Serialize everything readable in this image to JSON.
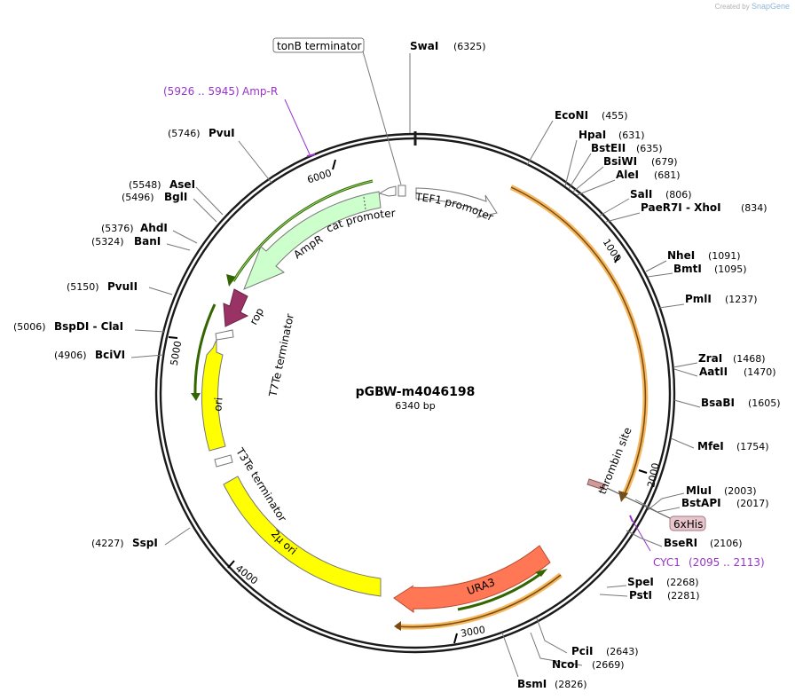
{
  "credit": {
    "prefix": "Created by",
    "brand": "SnapGene"
  },
  "plasmid": {
    "name": "pGBW-m4046198",
    "length": "6340 bp"
  },
  "ticks": [
    "1000",
    "2000",
    "3000",
    "4000",
    "5000",
    "6000"
  ],
  "sites": [
    {
      "name": "SwaI",
      "pos": "(6325)"
    },
    {
      "name": "EcoNI",
      "pos": "(455)"
    },
    {
      "name": "HpaI",
      "pos": "(631)"
    },
    {
      "name": "BstEII",
      "pos": "(635)"
    },
    {
      "name": "BsiWI",
      "pos": "(679)"
    },
    {
      "name": "AleI",
      "pos": "(681)"
    },
    {
      "name": "SalI",
      "pos": "(806)"
    },
    {
      "name": "PaeR7I - XhoI",
      "pos": "(834)"
    },
    {
      "name": "NheI",
      "pos": "(1091)"
    },
    {
      "name": "BmtI",
      "pos": "(1095)"
    },
    {
      "name": "PmlI",
      "pos": "(1237)"
    },
    {
      "name": "ZraI",
      "pos": "(1468)"
    },
    {
      "name": "AatII",
      "pos": "(1470)"
    },
    {
      "name": "BsaBI",
      "pos": "(1605)"
    },
    {
      "name": "MfeI",
      "pos": "(1754)"
    },
    {
      "name": "MluI",
      "pos": "(2003)"
    },
    {
      "name": "BstAPI",
      "pos": "(2017)"
    },
    {
      "name": "BseRI",
      "pos": "(2106)"
    },
    {
      "name": "SpeI",
      "pos": "(2268)"
    },
    {
      "name": "PstI",
      "pos": "(2281)"
    },
    {
      "name": "PciI",
      "pos": "(2643)"
    },
    {
      "name": "NcoI",
      "pos": "(2669)"
    },
    {
      "name": "BsmI",
      "pos": "(2826)"
    },
    {
      "name": "SspI",
      "pos": "(4227)"
    },
    {
      "name": "BciVI",
      "pos": "(4906)"
    },
    {
      "name": "BspDI - ClaI",
      "pos": "(5006)"
    },
    {
      "name": "PvuII",
      "pos": "(5150)"
    },
    {
      "name": "BanI",
      "pos": "(5324)"
    },
    {
      "name": "AhdI",
      "pos": "(5376)"
    },
    {
      "name": "BglI",
      "pos": "(5496)"
    },
    {
      "name": "AseI",
      "pos": "(5548)"
    },
    {
      "name": "PvuI",
      "pos": "(5746)"
    }
  ],
  "features": {
    "tef1": "TEF1 promoter",
    "cat": "cat promoter",
    "ampr": "AmpR",
    "rop": "rop",
    "t7te": "T7Te terminator",
    "ori": "ori",
    "t3te": "T3Te terminator",
    "twomu": "2µ ori",
    "ura3": "URA3",
    "thrombin": "thrombin site",
    "his": "6xHis",
    "tonb": "tonB terminator"
  },
  "primers": [
    {
      "name": "Amp-R",
      "range": "(5926 .. 5945)"
    },
    {
      "name": "CYC1",
      "range": "(2095 .. 2113)"
    }
  ],
  "colors": {
    "backbone": "#1a1a1a",
    "amp": "#ccffcc",
    "rop": "#993366",
    "ori": "#ffff00",
    "ura3": "#ff7755",
    "promoter": "#ffffff",
    "thrombin": "#d19a9a",
    "his": "#e8c4cc",
    "primer": "#9933cc",
    "orf_green": "#336600",
    "orf_orange": "#f4b860"
  }
}
